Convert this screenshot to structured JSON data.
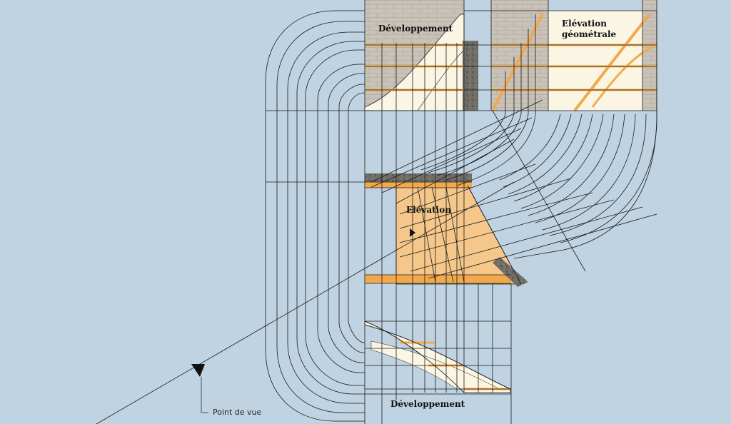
{
  "labels": {
    "development_top": "Développement",
    "geometral_elevation_line1": "Elévation",
    "geometral_elevation_line2": "géométrale",
    "elevation": "Elévation",
    "development_bottom": "Développement",
    "viewpoint": "Point de vue"
  },
  "colors": {
    "background": "#bfd3e3",
    "brick": "#c9c2b8",
    "mortar": "#d8d2c8",
    "stone_dark": "#6f6c66",
    "cream": "#fbf6e4",
    "orange_face": "#f5c78a",
    "orange_tread": "#f2a94c",
    "line": "#1a1a1a"
  }
}
